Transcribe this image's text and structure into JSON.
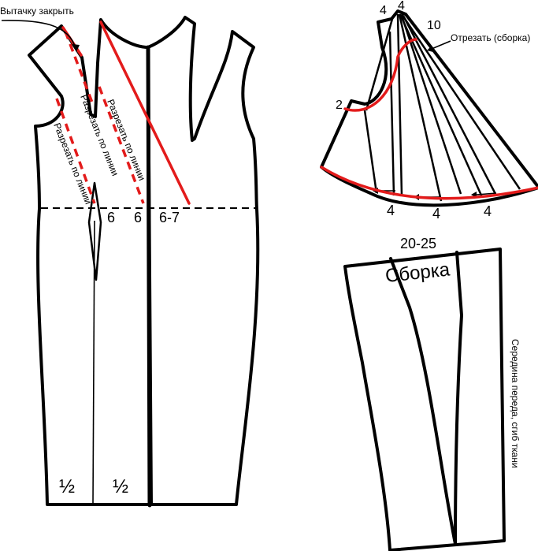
{
  "labels": {
    "dart_close": "Вытачку закрыть",
    "cut_line": "Разрезать по линии",
    "measure_6a": "6",
    "measure_6b": "6",
    "measure_6_7": "6-7",
    "half_left": "½",
    "half_right": "½",
    "yoke_top_4a": "4",
    "yoke_top_4b": "4",
    "yoke_top_10": "10",
    "yoke_cut": "Отрезать (сборка)",
    "yoke_side_2": "2",
    "yoke_bottom_4a": "4",
    "yoke_bottom_4b": "4",
    "yoke_bottom_4c": "4",
    "insert_width": "20-25",
    "gather": "Сборка",
    "center_front": "Середина переда, сгиб ткани"
  },
  "colors": {
    "outline": "#000000",
    "cut_marks": "#e31b1b",
    "background": "#ffffff"
  }
}
